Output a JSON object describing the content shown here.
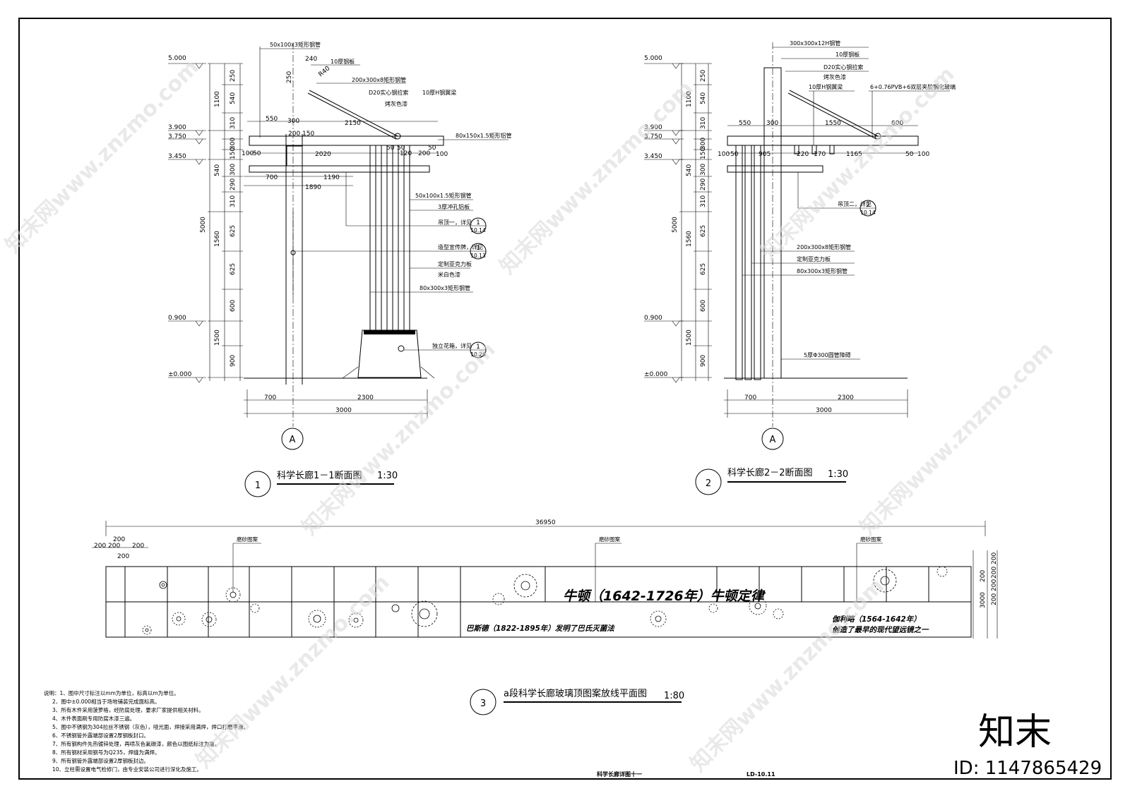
{
  "sheet": {
    "title_block": {
      "name": "科学长廊详图十一",
      "code": "LD-10.11"
    },
    "watermark": {
      "site": "知末网www.znzmo.com",
      "brand": "知末",
      "id": "ID: 1147865429"
    }
  },
  "section1": {
    "index": "1",
    "title": "科学长廊1－1断面图",
    "scale": "1:30",
    "axis": "A",
    "elevations": [
      "5.000",
      "3.900",
      "3.750",
      "3.450",
      "0.900",
      "±0.000"
    ],
    "v_dims": [
      "250",
      "540",
      "310",
      "300",
      "150",
      "300",
      "540",
      "290",
      "310",
      "625",
      "625",
      "600",
      "900",
      "1100",
      "1560",
      "1500",
      "5000"
    ],
    "h_dims_top": [
      "240",
      "250",
      "R40",
      "550",
      "300",
      "200",
      "150",
      "2150",
      "100",
      "50",
      "2020",
      "50",
      "50",
      "50",
      "120",
      "200",
      "100",
      "700",
      "1190",
      "1890"
    ],
    "h_dims_bottom": [
      "700",
      "2300",
      "3000"
    ],
    "labels": [
      "50x100x3矩形钢管",
      "10厚钢板",
      "200x300x8矩形钢管",
      "D20实心钢拉索",
      "10厚H钢翼梁",
      "烤灰色漆",
      "80x150x1.5矩形铝管",
      "50x100x1.5矩形钢管",
      "3厚冲孔铝板",
      "吊顶一，详见",
      "造型宣传牌，详见",
      "定制亚克力板",
      "米白色漆",
      "80x300x3矩形钢管",
      "独立花箱，详见"
    ],
    "refs": [
      {
        "num": "1",
        "sheet": "10.14"
      },
      {
        "num": "1",
        "sheet": "10.13"
      },
      {
        "num": "1",
        "sheet": "10.26"
      }
    ]
  },
  "section2": {
    "index": "2",
    "title": "科学长廊2－2断面图",
    "scale": "1:30",
    "axis": "A",
    "elevations": [
      "5.000",
      "3.900",
      "3.750",
      "3.450",
      "0.900",
      "±0.000"
    ],
    "v_dims": [
      "250",
      "540",
      "310",
      "300",
      "150",
      "300",
      "540",
      "290",
      "310",
      "625",
      "625",
      "600",
      "900",
      "1100",
      "1560",
      "1500",
      "5000"
    ],
    "h_dims_top": [
      "550",
      "300",
      "1550",
      "600",
      "100",
      "50",
      "905",
      "220",
      "170",
      "1165",
      "50",
      "100"
    ],
    "h_dims_bottom": [
      "700",
      "2300",
      "3000"
    ],
    "labels": [
      "300x300x12H钢管",
      "10厚钢板",
      "D20实心钢拉索",
      "烤灰色漆",
      "10厚H钢翼梁",
      "6+0.76PVB+6双层夹胶钢化玻璃",
      "吊顶二，详见",
      "200x300x8矩形钢管",
      "定制亚克力板",
      "80x300x3矩形钢管",
      "5厚Φ300圆管障碍"
    ],
    "refs": [
      {
        "num": "2",
        "sheet": "10.14"
      }
    ]
  },
  "section3": {
    "index": "3",
    "title": "a段科学长廊玻璃顶图案放线平面图",
    "scale": "1:80",
    "overall": "36950",
    "left_dims": [
      "200",
      "200",
      "200",
      "200",
      "200"
    ],
    "right_dims": [
      "200",
      "200",
      "200",
      "200",
      "3000",
      "200"
    ],
    "pattern_label": "磨砂图案",
    "texts": {
      "newton": "牛顿（1642-1726年）牛顿定律",
      "pascal": "巴斯德（1822-1895年）发明了巴氏灭菌法",
      "galileo_1": "伽利略（1564-1642年）",
      "galileo_2": "创造了最早的现代望远镜之一"
    }
  },
  "notes": [
    "说明：1、图中尺寸标注以mm为单位，标高以m为单位。",
    "2、图中±0.000相当于场地铺装完成面标高。",
    "3、所有木件采用菠萝格，经防腐处理，要求厂家提供相关材料。",
    "4、木件表面刷专用防腐木漆三遍。",
    "5、图中不锈钢为304拉丝不锈钢（灰色），哑光面，焊接采用满焊，焊口打磨平滑。",
    "6、不锈钢管外露端部设置2厚钢板封口。",
    "7、所有钢构件先热镀锌处理，再喷灰色氟碳漆，颜色以图纸标注为准。",
    "8、所有钢材采用钢号为Q235，焊缝为满焊。",
    "9、所有钢管外露端部设置2厚钢板封边。",
    "10、立柱需设置电气检修门，由专业安装公司进行深化及施工。"
  ]
}
